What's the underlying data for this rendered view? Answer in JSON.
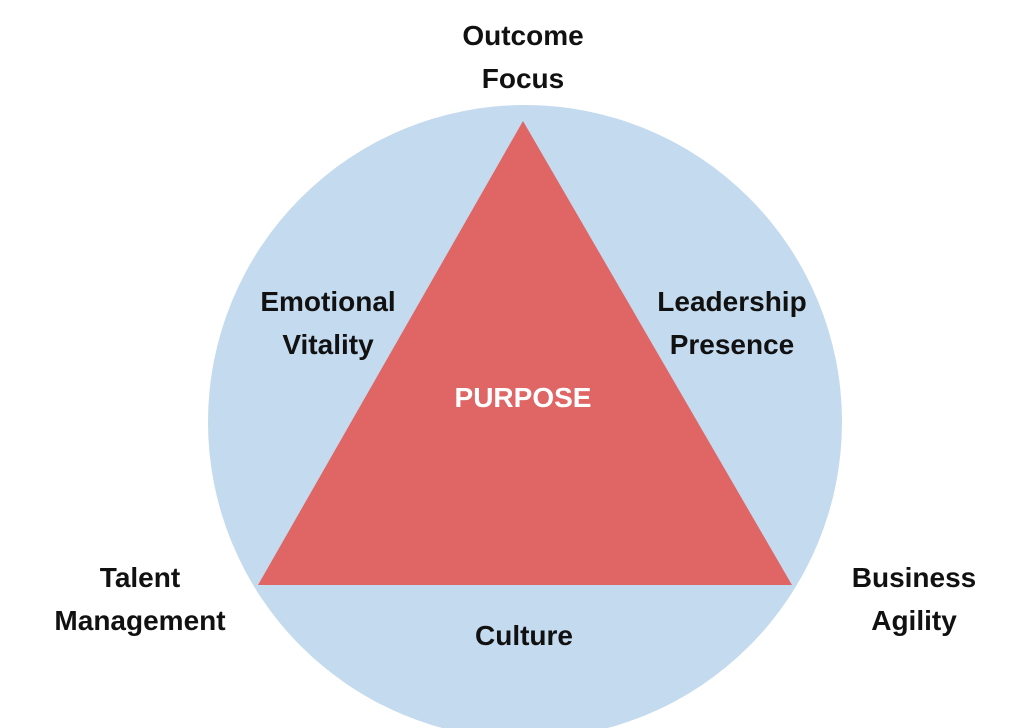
{
  "colors": {
    "circle": "#c4daef",
    "triangle": "#e06666",
    "center_text": "#ffffff",
    "label_text": "#111111"
  },
  "center_label": "PURPOSE",
  "vertices": {
    "top": "Outcome\nFocus",
    "bottom_left": "Talent\nManagement",
    "bottom_right": "Business\nAgility"
  },
  "sides": {
    "left": "Emotional\nVitality",
    "right": "Leadership\nPresence",
    "bottom": "Culture"
  }
}
